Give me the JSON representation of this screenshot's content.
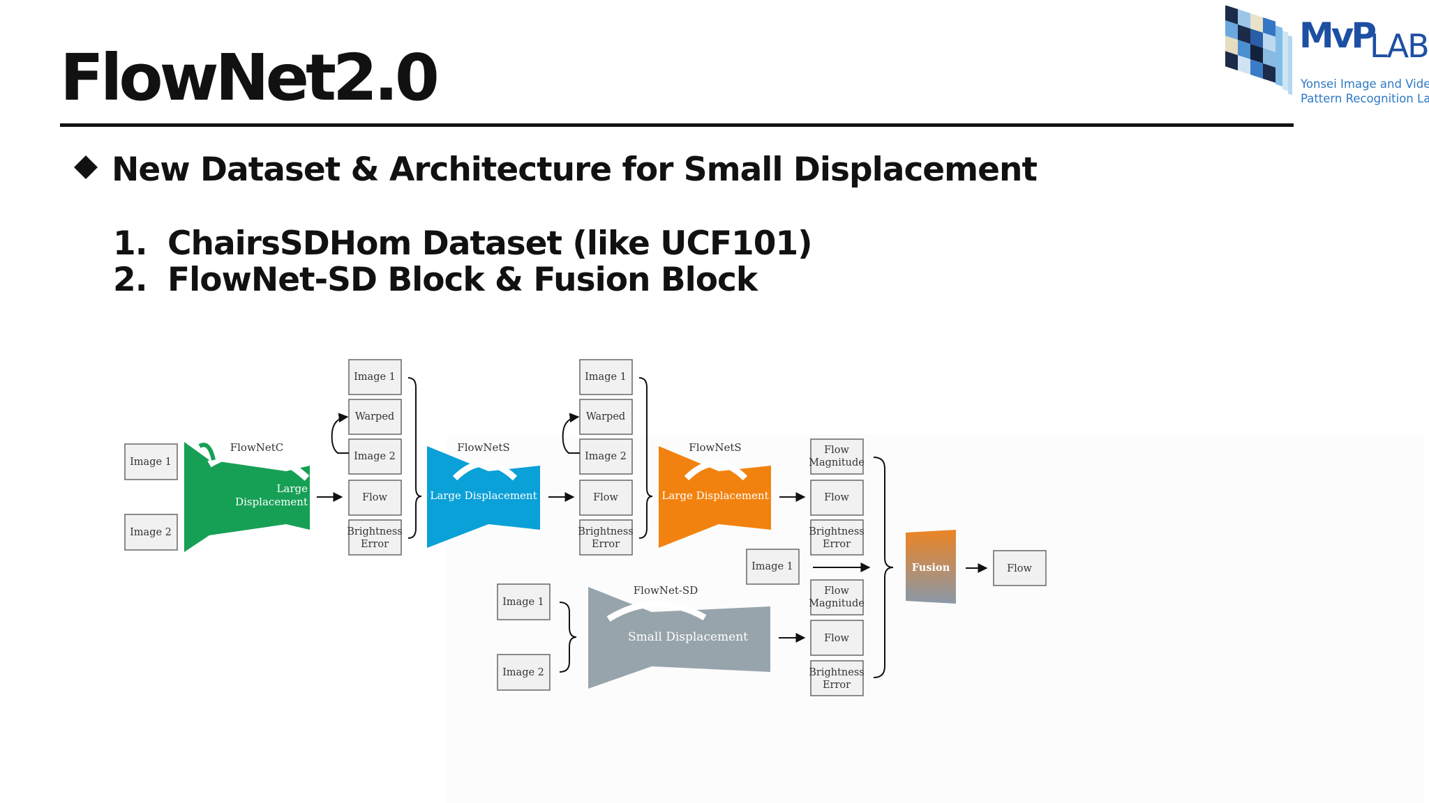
{
  "slide": {
    "title": "FlowNet2.0",
    "heading": "New Dataset & Architecture for Small Displacement",
    "list": [
      {
        "num": "1.",
        "text": "ChairsSDHom Dataset (like UCF101)"
      },
      {
        "num": "2.",
        "text": "FlowNet-SD Block & Fusion Block"
      }
    ]
  },
  "logo": {
    "mvp": "MvP",
    "lab": "LAB",
    "sub1": "Yonsei Image and Video",
    "sub2": "Pattern Recognition Lab",
    "color": "#1d4fa3"
  },
  "diagram": {
    "colors": {
      "flownetc": "#16a055",
      "flownets1": "#0aa0d8",
      "flownets2": "#f2820f",
      "flownetsd": "#98a4ab",
      "box_fill": "#f1f1f1",
      "box_stroke": "#666666"
    },
    "input_c": {
      "image1": "Image 1",
      "image2": "Image 2"
    },
    "flownetc": {
      "name": "FlowNetC",
      "label1": "Large",
      "label2": "Displacement"
    },
    "stage1": {
      "image1": "Image 1",
      "warped": "Warped",
      "image2": "Image 2",
      "flow": "Flow",
      "bright1": "Brightness",
      "bright2": "Error"
    },
    "flownets1": {
      "name": "FlowNetS",
      "label": "Large Displacement"
    },
    "stage2": {
      "image1": "Image 1",
      "warped": "Warped",
      "image2": "Image 2",
      "flow": "Flow",
      "bright1": "Brightness",
      "bright2": "Error"
    },
    "flownets2": {
      "name": "FlowNetS",
      "label": "Large Displacement"
    },
    "out_top": {
      "mag1": "Flow",
      "mag2": "Magnitude",
      "flow": "Flow",
      "bright1": "Brightness",
      "bright2": "Error"
    },
    "fusion_in": {
      "image1": "Image 1"
    },
    "out_bottom": {
      "mag1": "Flow",
      "mag2": "Magnitude",
      "flow": "Flow",
      "bright1": "Brightness",
      "bright2": "Error"
    },
    "flownetsd": {
      "name": "FlowNet-SD",
      "label": "Small Displacement",
      "image1": "Image 1",
      "image2": "Image 2"
    },
    "fusion": {
      "label": "Fusion",
      "output": "Flow",
      "color_top": "#ec8424",
      "color_bottom": "#8a98a8"
    }
  }
}
